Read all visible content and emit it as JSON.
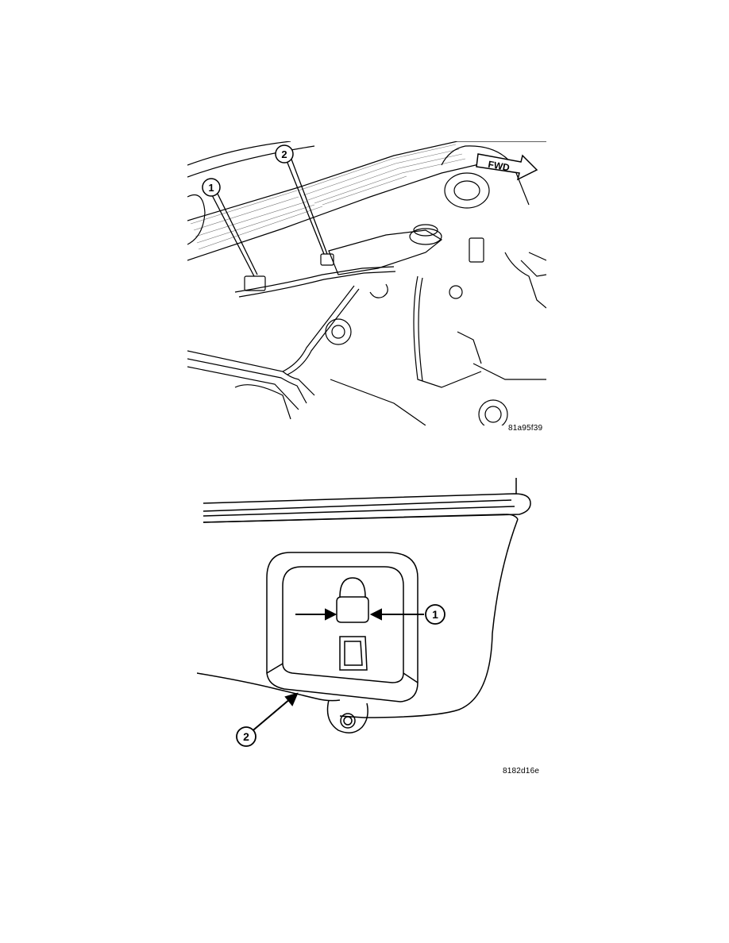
{
  "figures": [
    {
      "id": "81a95f39",
      "direction_label": "FWD",
      "callouts": [
        "1",
        "2"
      ]
    },
    {
      "id": "8182d16e",
      "callouts": [
        "1",
        "2"
      ]
    }
  ]
}
